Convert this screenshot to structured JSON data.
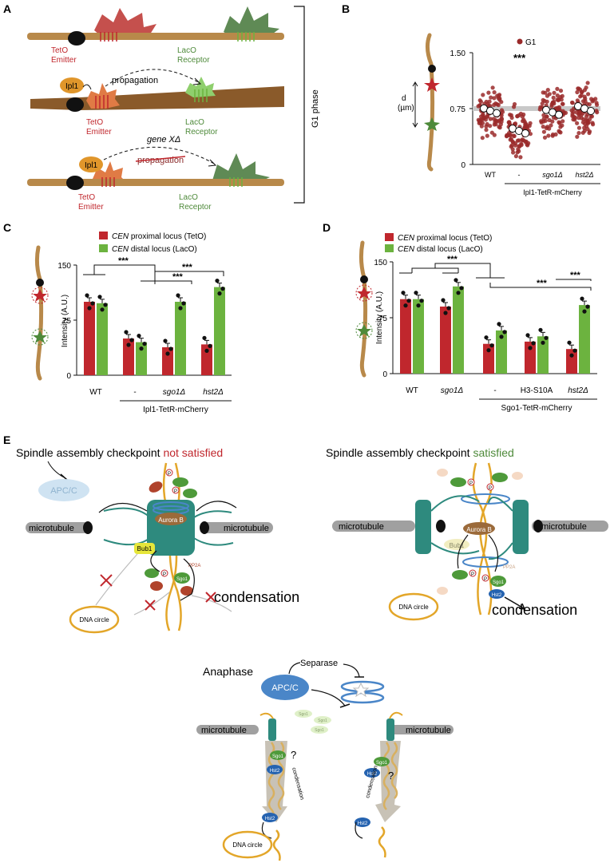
{
  "colors": {
    "chromo_brown": "#b8894a",
    "chromo_dark": "#8a5a2a",
    "red": "#c0272d",
    "green": "#6cb33f",
    "dark_green": "#4e8a3a",
    "emitter_red": "#c5504d",
    "receptor_green": "#5f8a55",
    "ipl1_orange": "#e0962b",
    "teal": "#2e8a7e",
    "blue": "#4a86c8",
    "gray": "#a0a0a0",
    "dna_orange": "#e3a629"
  },
  "panelA": {
    "label": "A",
    "side_label": "G1 phase",
    "row1": {
      "emitter": [
        "TetO",
        "Emitter"
      ],
      "receptor": [
        "LacO",
        "Receptor"
      ]
    },
    "row2": {
      "ipl1": "Ipl1",
      "propagation": "propagation",
      "emitter": [
        "TetO",
        "Emitter"
      ],
      "receptor": [
        "LacO",
        "Receptor"
      ]
    },
    "row3": {
      "ipl1": "Ipl1",
      "gene": "gene XΔ",
      "propagation": "propagation",
      "emitter": [
        "TetO",
        "Emitter"
      ],
      "receptor": [
        "LacO",
        "Receptor"
      ]
    }
  },
  "panelB": {
    "label": "B",
    "d_label": [
      "d",
      "(µm)"
    ],
    "legend": "G1",
    "ytick_labels": [
      "1.50",
      "0.75",
      "0"
    ],
    "xticks": [
      "WT",
      "-",
      "sgo1Δ",
      "hst2Δ"
    ],
    "group": "Ipl1-TetR-mCherry",
    "sig": "***"
  },
  "chart_data": [
    {
      "type": "scatter",
      "panel": "B",
      "categories": [
        "WT",
        "-",
        "sgo1Δ",
        "hst2Δ"
      ],
      "ylim": [
        0,
        1.5
      ],
      "yticks": [
        0,
        0.75,
        1.5
      ],
      "series": [
        {
          "name": "G1",
          "values": [
            0.72,
            0.45,
            0.7,
            0.75
          ]
        }
      ],
      "reference_line": 0.75,
      "group_label": "Ipl1-TetR-mCherry",
      "significance": "***"
    },
    {
      "type": "bar",
      "panel": "C",
      "ylabel": "Intensity (A.U.)",
      "ylim": [
        0,
        150
      ],
      "yticks": [
        0,
        75,
        150
      ],
      "categories": [
        "WT",
        "-",
        "sgo1Δ",
        "hst2Δ"
      ],
      "series": [
        {
          "name": "CEN proximal locus (TetO)",
          "values": [
            100,
            50,
            38,
            42
          ]
        },
        {
          "name": "CEN distal locus (LacO)",
          "values": [
            98,
            45,
            100,
            120
          ]
        }
      ],
      "group_label": "Ipl1-TetR-mCherry",
      "significance": [
        "***",
        "***",
        "***"
      ]
    },
    {
      "type": "bar",
      "panel": "D",
      "ylabel": "Intensity (A.U.)",
      "ylim": [
        0,
        150
      ],
      "yticks": [
        0,
        75,
        150
      ],
      "categories": [
        "WT",
        "sgo1Δ",
        "-",
        "H3-S10A",
        "hst2Δ"
      ],
      "series": [
        {
          "name": "CEN proximal locus (TetO)",
          "values": [
            100,
            90,
            40,
            43,
            33
          ]
        },
        {
          "name": "CEN distal locus (LacO)",
          "values": [
            100,
            117,
            58,
            50,
            92
          ]
        }
      ],
      "group_label": "Sgo1-TetR-mCherry",
      "significance": [
        "***",
        "***",
        "***"
      ]
    }
  ],
  "panelC": {
    "label": "C",
    "legend": [
      {
        "cen": "CEN",
        "text": " proximal locus (TetO)"
      },
      {
        "cen": "CEN",
        "text": " distal locus (LacO)"
      }
    ],
    "ylabel": "Intensity (A.U.)",
    "ytick_labels": [
      "150",
      "75",
      "0"
    ],
    "xticks": [
      "WT",
      "-",
      "sgo1Δ",
      "hst2Δ"
    ],
    "group": "Ipl1-TetR-mCherry",
    "sig": "***"
  },
  "panelD": {
    "label": "D",
    "legend": [
      {
        "cen": "CEN",
        "text": " proximal locus (TetO)"
      },
      {
        "cen": "CEN",
        "text": " distal locus (LacO)"
      }
    ],
    "ylabel": "Intensity (A.U.)",
    "ytick_labels": [
      "150",
      "75",
      "0"
    ],
    "xticks": [
      "WT",
      "sgo1Δ",
      "-",
      "H3-S10A",
      "hst2Δ"
    ],
    "group": "Sgo1-TetR-mCherry",
    "sig": "***"
  },
  "panelE": {
    "label": "E",
    "left": {
      "title": "Spindle assembly checkpoint ",
      "status": "not satisfied",
      "apcc": "APC/C",
      "microtubule": "microtubule",
      "aurora": "Aurora B",
      "bub1": "Bub1",
      "sgo1": "Sgo1",
      "pp2a": "PP2A",
      "phos": "P",
      "dna": "DNA circle",
      "condensation": "condensation"
    },
    "right": {
      "title": "Spindle assembly checkpoint ",
      "status": "satisfied",
      "microtubule": "microtubule",
      "aurora": "Aurora B",
      "bub1": "Bub1",
      "sgo1": "Sgo1",
      "pp2a": "PP2A",
      "hst2": "Hst2",
      "phos": "P",
      "dna": "DNA circle",
      "condensation": "condensation"
    },
    "anaphase": {
      "title": "Anaphase",
      "separase": "Separase",
      "apcc": "APC/C",
      "microtubule": "microtubule",
      "sgo1": "Sgo1",
      "hst2": "Hst2",
      "question": "?",
      "condensation": "condensation",
      "dna": "DNA circle"
    }
  }
}
